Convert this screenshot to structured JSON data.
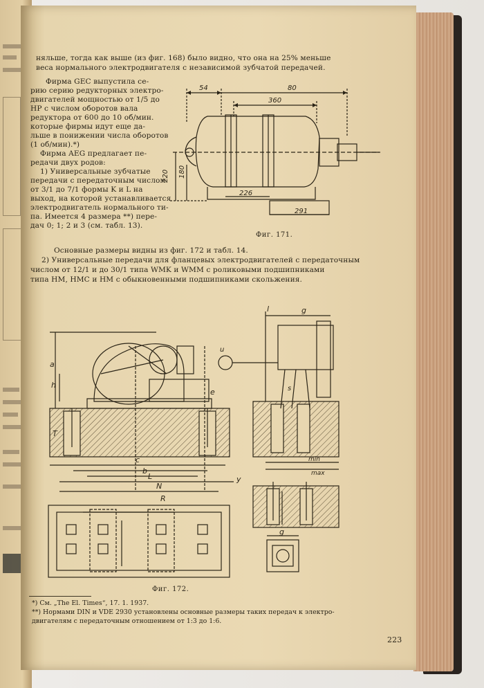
{
  "page": {
    "intro_lines": [
      "няльше, тогда как выше (из фиг. 168) было видно, что она на 25% меньше",
      "веса нормального электродвигателя с независимой зубчатой передачей."
    ],
    "left_col_lines": [
      "Фирма GEC выпустила се-",
      "рию серию редукторных электро-",
      "двигателей мощностью от 1/5 до",
      "HP с числом оборотов вала",
      "редуктора от 600 до 10 об/мин.",
      "которые фирмы идут еще да-",
      "льше в понижении числа оборотов",
      "(1 об/мин).*)",
      "Фирма AEG предлагает пе-",
      "редачи двух родов:",
      "1) Универсальные зубчатые",
      "передачи с передаточным числом",
      "от 3/1 до 7/1 формы K и L на",
      "выход, на которой устанавливается",
      "электродвигатель нормального ти-",
      "па. Имеется 4 размера **) пере-",
      "дач 0; 1; 2 и 3 (см. табл. 13)."
    ],
    "fig171_caption": "Фиг. 171.",
    "full_lines": [
      "Основные размеры видны из фиг. 172 и табл. 14.",
      "2) Универсальные передачи для фланцевых электродвигателей с передаточным",
      "числом от 12/1 и до 30/1 типа WMK и WMM с роликовыми подшипниками",
      "типа НМ, НМС и НМ с обыкновенными подшипниками скольжения."
    ],
    "fig172_caption": "Фиг. 172.",
    "footnotes": [
      "*) См. „The El. Times“, 17. 1. 1937.",
      "**) Нормами DIN и VDE 2930 установлены основные размеры таких передач к электро-",
      "двигателям с передаточным отношением от 1:3 до 1:6."
    ],
    "page_number": "223",
    "fig171_dims": {
      "d1": "54",
      "d2": "80",
      "d3": "360",
      "d4": "220",
      "d5": "180",
      "d6": "226",
      "d7": "291"
    },
    "fig172_labels": {
      "a": "a",
      "b": "b",
      "c": "c",
      "e": "e",
      "h": "h",
      "l": "l",
      "L": "L",
      "N": "N",
      "R": "R",
      "T": "T",
      "y": "y",
      "g": "g",
      "u": "u",
      "s": "s",
      "min": "min",
      "max": "max"
    }
  }
}
